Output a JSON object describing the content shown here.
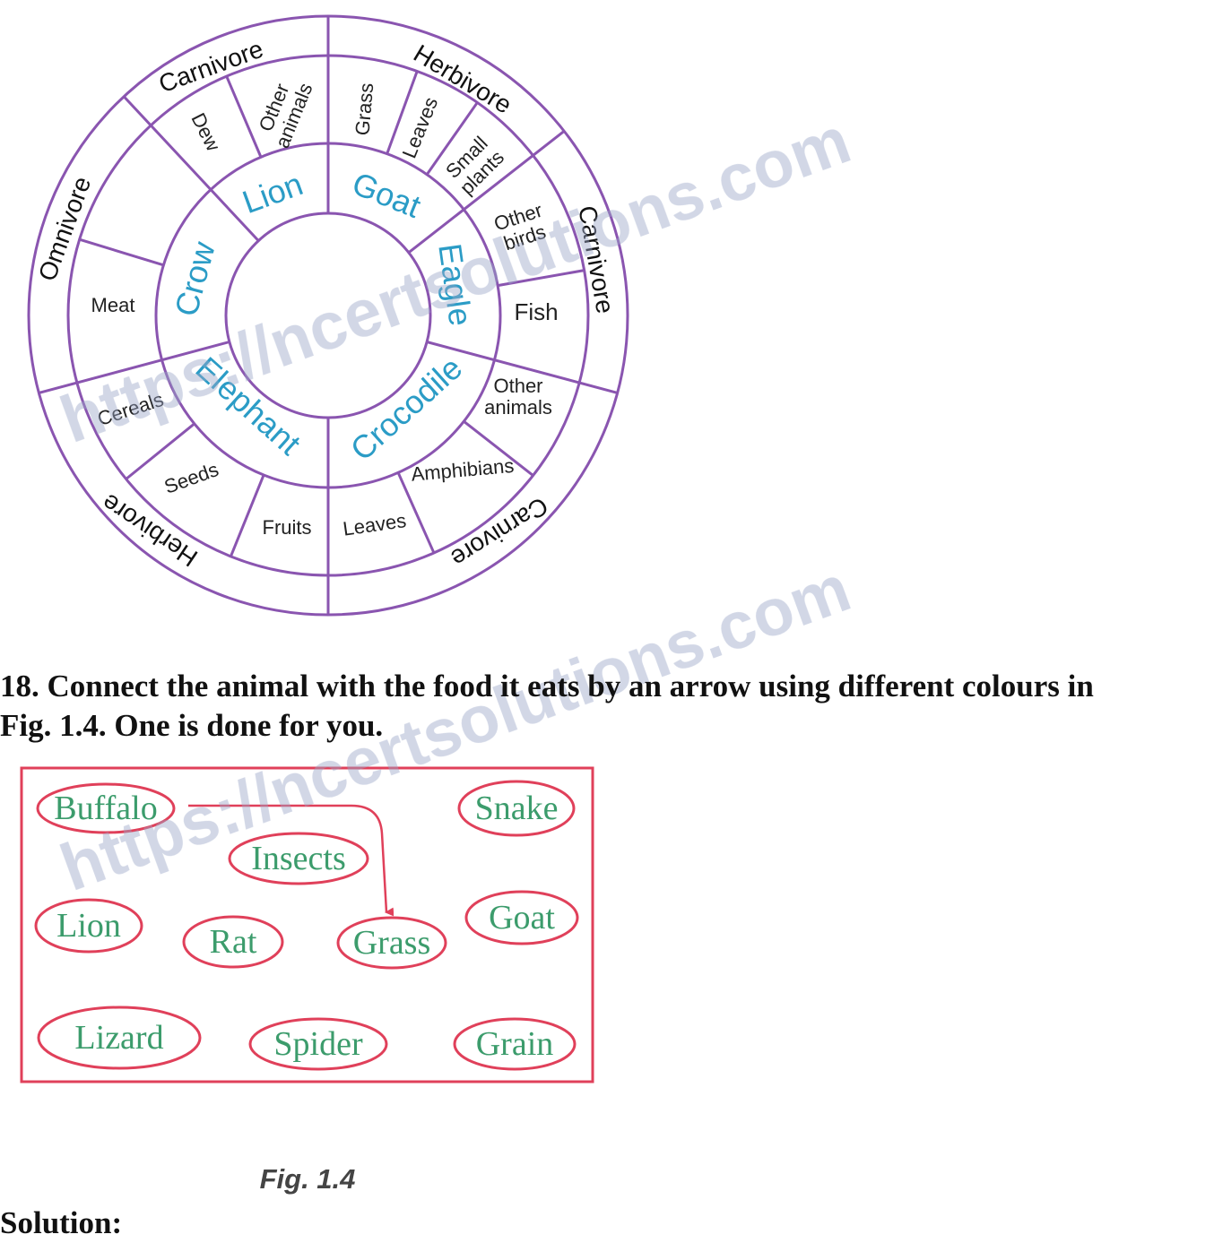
{
  "wheel": {
    "colors": {
      "ring": "#8a55b0",
      "animal": "#2b9cc6",
      "food": "#222222"
    },
    "categories": [
      "Carnivore",
      "Herbivore",
      "Omnivore",
      "Carnivore",
      "Herbivore",
      "Carnivore"
    ],
    "animals": [
      "Lion",
      "Goat",
      "Crow",
      "Eagle",
      "Elephant",
      "Crocodile"
    ],
    "foods": [
      "Dew",
      "Other animals",
      "Grass",
      "Leaves",
      "Small plants",
      "Other birds",
      "Fish",
      "Meat",
      "Other animals",
      "Cereals",
      "Seeds",
      "Fruits",
      "Leaves",
      "Amphibians"
    ]
  },
  "question": {
    "line1": "18. Connect the animal with the food it eats by an arrow using different colours in",
    "line2": "Fig. 1.4. One is done for you."
  },
  "figure": {
    "colors": {
      "border": "#e0405a",
      "text": "#3c9c6c"
    },
    "items": [
      "Buffalo",
      "Snake",
      "Insects",
      "Lion",
      "Rat",
      "Grass",
      "Goat",
      "Lizard",
      "Spider",
      "Grain"
    ],
    "example_arrow": {
      "from": "Buffalo",
      "to": "Grass"
    },
    "caption": "Fig. 1.4"
  },
  "solution_label": "Solution:",
  "watermark": "https://ncertsolutions.com"
}
